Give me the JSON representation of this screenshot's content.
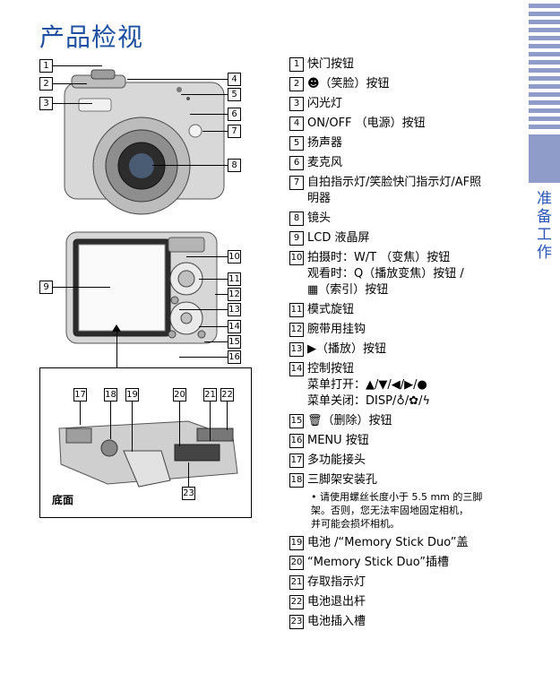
{
  "title": "产品检视",
  "side_label": "准备工作",
  "bottom_view_label": "底面",
  "callouts_top": [
    "1",
    "2",
    "3",
    "4",
    "5",
    "6",
    "7",
    "8"
  ],
  "callouts_back": [
    "9",
    "10",
    "11",
    "12",
    "13",
    "14",
    "15",
    "16"
  ],
  "callouts_bottom": [
    "17",
    "18",
    "19",
    "20",
    "21",
    "22",
    "23"
  ],
  "items": [
    {
      "num": "1",
      "text": "快门按钮"
    },
    {
      "num": "2",
      "text": "☻（笑脸）按钮"
    },
    {
      "num": "3",
      "text": "闪光灯"
    },
    {
      "num": "4",
      "text": "ON/OFF （电源）按钮"
    },
    {
      "num": "5",
      "text": "扬声器"
    },
    {
      "num": "6",
      "text": "麦克风"
    },
    {
      "num": "7",
      "text": "自拍指示灯/笑脸快门指示灯/AF照\n明器"
    },
    {
      "num": "8",
      "text": "镜头"
    },
    {
      "num": "9",
      "text": "LCD 液晶屏"
    },
    {
      "num": "10",
      "text": "拍摄时：W/T （变焦）按钮\n观看时：Q（播放变焦）按钮 /\n▦（索引）按钮"
    },
    {
      "num": "11",
      "text": "模式旋钮"
    },
    {
      "num": "12",
      "text": "腕带用挂钩"
    },
    {
      "num": "13",
      "text": "▶（播放）按钮"
    },
    {
      "num": "14",
      "text": "控制按钮\n菜单打开：▲/▼/◀/▶/●\n菜单关闭：DISP/♁/✿/ϟ"
    },
    {
      "num": "15",
      "text": "🗑（删除）按钮"
    },
    {
      "num": "16",
      "text": "MENU 按钮"
    },
    {
      "num": "17",
      "text": "多功能接头"
    },
    {
      "num": "18",
      "text": "三脚架安装孔"
    },
    {
      "num": "19",
      "text": "电池 /“Memory Stick Duo”盖"
    },
    {
      "num": "20",
      "text": "“Memory Stick Duo”插槽"
    },
    {
      "num": "21",
      "text": "存取指示灯"
    },
    {
      "num": "22",
      "text": "电池退出杆"
    },
    {
      "num": "23",
      "text": "电池插入槽"
    }
  ],
  "note_18": "• 请使用螺丝长度小于 5.5 mm 的三脚\n架。否则，您无法牢固地固定相机，\n并可能会损坏相机。",
  "colors": {
    "title": "#1f4fa0",
    "sidebar": "#8f9bc8",
    "side_label": "#2b56b8"
  }
}
